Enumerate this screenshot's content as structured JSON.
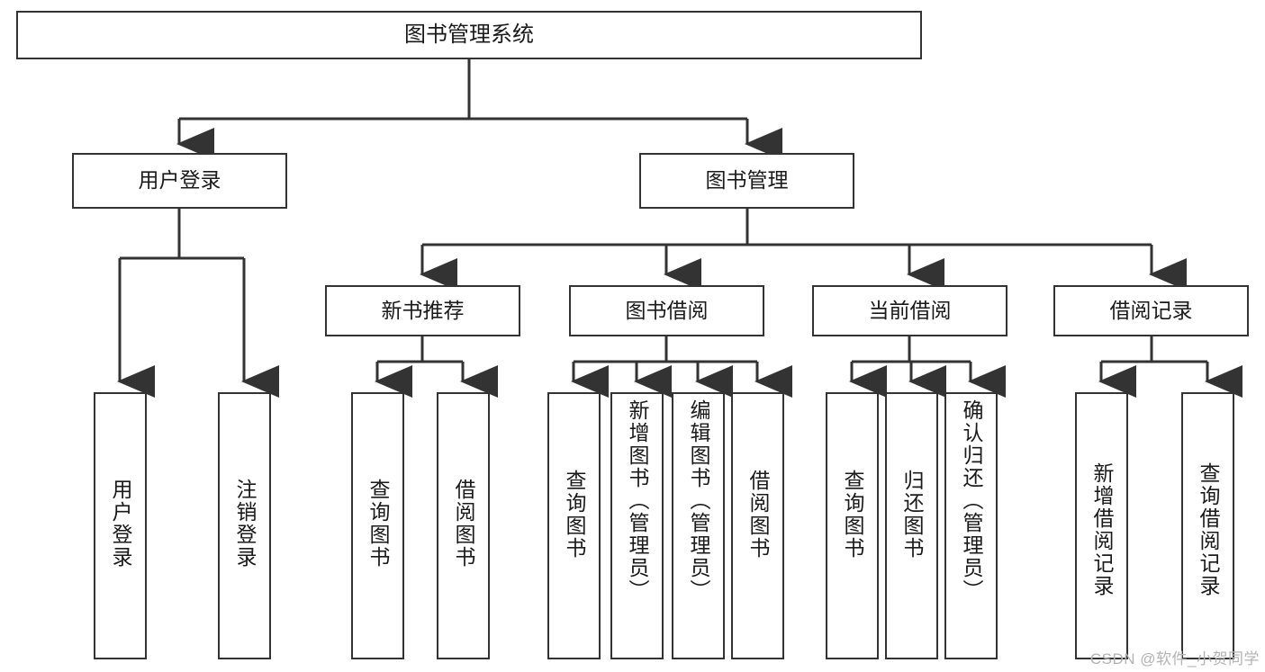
{
  "diagram": {
    "title": "图书管理系统",
    "theme": {
      "background": "#ffffff",
      "box_border": "#333333",
      "box_fill": "#ffffff",
      "text": "#1a1a1a",
      "connector": "#333333",
      "watermark": "#b3b3b3"
    },
    "root": {
      "label": "图书管理系统"
    },
    "level2": [
      {
        "label": "用户登录"
      },
      {
        "label": "图书管理"
      }
    ],
    "level3": [
      {
        "label": "新书推荐"
      },
      {
        "label": "图书借阅"
      },
      {
        "label": "当前借阅"
      },
      {
        "label": "借阅记录"
      }
    ],
    "leaves": {
      "user_login": [
        {
          "label": "用户登录"
        },
        {
          "label": "注销登录"
        }
      ],
      "new_book_recommend": [
        {
          "label": "查询图书"
        },
        {
          "label": "借阅图书"
        }
      ],
      "book_borrow": [
        {
          "label": "查询图书"
        },
        {
          "label": "新增图书（管理员）"
        },
        {
          "label": "编辑图书（管理员）"
        },
        {
          "label": "借阅图书"
        }
      ],
      "current_borrow": [
        {
          "label": "查询图书"
        },
        {
          "label": "归还图书"
        },
        {
          "label": "确认归还（管理员）"
        }
      ],
      "borrow_record": [
        {
          "label": "新增借阅记录"
        },
        {
          "label": "查询借阅记录"
        }
      ]
    }
  },
  "watermark": {
    "text": "CSDN @软件_小贺同学"
  }
}
